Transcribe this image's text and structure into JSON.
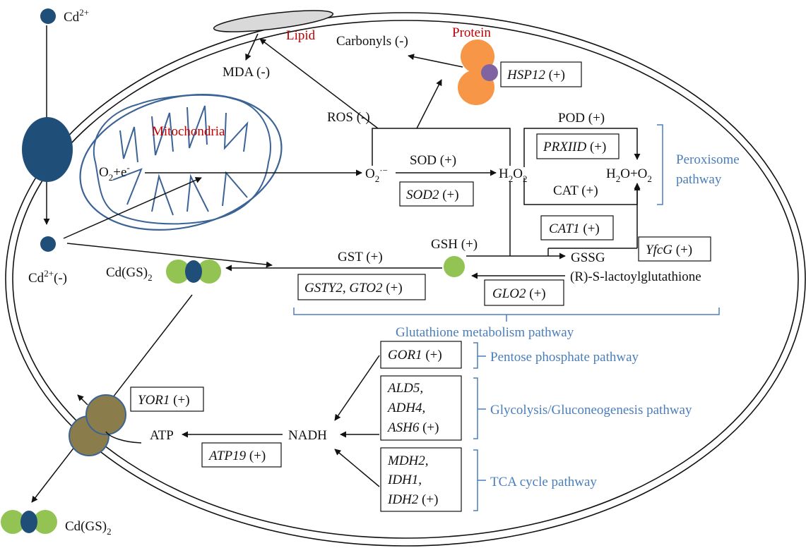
{
  "labels": {
    "cd_top": "Cd",
    "cd_top_sup": "2+",
    "lipid": "Lipid",
    "protein": "Protein",
    "carbonyls": "Carbonyls (-)",
    "mda": "MDA (-)",
    "mitochondria": "Mitochondria",
    "ros": "ROS (-)",
    "o2e_a": "O",
    "o2e_sub": "2",
    "o2e_b": "+e",
    "o2e_sup": "-",
    "o2rad_a": "O",
    "o2rad_sub": "2",
    "o2rad_sup": "·−",
    "sod": "SOD (+)",
    "h2o2_h": "H",
    "h2o2_sub1": "2",
    "h2o2_o": "O",
    "h2o2_sub2": "2",
    "pod": "POD (+)",
    "cat": "CAT (+)",
    "h2oo2_a": "H",
    "h2oo2_sub1": "2",
    "h2oo2_b": "O+O",
    "h2oo2_sub2": "2",
    "peroxisome_1": "Peroxisome",
    "peroxisome_2": "pathway",
    "cd_inside": "Cd",
    "cd_inside_sup": "2+",
    "cd_inside_suffix": "(-)",
    "cdgs_in": "Cd(GS)",
    "cdgs_in_sub": "2",
    "gst": "GST (+)",
    "gsh": "GSH (+)",
    "gssg": "GSSG",
    "lactoyl": "(R)-S-lactoylglutathione",
    "glutathione_pathway": "Glutathione metabolism pathway",
    "pentose": "Pentose phosphate pathway",
    "glycolysis": "Glycolysis/Gluconeogenesis pathway",
    "tca": "TCA cycle pathway",
    "atp": "ATP",
    "nadh": "NADH",
    "cdgs_out": "Cd(GS)",
    "cdgs_out_sub": "2"
  },
  "gene_boxes": {
    "hsp12": {
      "gene": "HSP12",
      "effect": "(+)"
    },
    "prxiid": {
      "gene": "PRXIID",
      "effect": "(+)"
    },
    "sod2": {
      "gene": "SOD2",
      "effect": "(+)"
    },
    "cat1": {
      "gene": "CAT1",
      "effect": "(+)"
    },
    "yfcg": {
      "gene": "YfcG",
      "effect": "(+)"
    },
    "gsty2": {
      "gene": "GSTY2, GTO2",
      "effect": "(+)"
    },
    "glo2": {
      "gene": "GLO2",
      "effect": "(+)"
    },
    "gor1": {
      "gene": "GOR1",
      "effect": "(+)"
    },
    "ald5": {
      "gene1": "ALD5,",
      "gene2": "ADH4,",
      "gene3": "ASH6",
      "effect": "(+)"
    },
    "mdh2": {
      "gene1": "MDH2,",
      "gene2": "IDH1,",
      "gene3": "IDH2",
      "effect": "(+)"
    },
    "yor1": {
      "gene": "YOR1",
      "effect": "(+)"
    },
    "atp19": {
      "gene": "ATP19",
      "effect": "(+)"
    }
  },
  "colors": {
    "cd_ion": "#1f4e79",
    "gsh": "#92c353",
    "protein": "#f79646",
    "hsp12_dot": "#8064a2",
    "mito": "#3c6395",
    "pathway_text": "#4a7ebb",
    "title_red": "#c00000",
    "transporter": "#8b7d4b",
    "lipid": "#d9d9d9"
  }
}
